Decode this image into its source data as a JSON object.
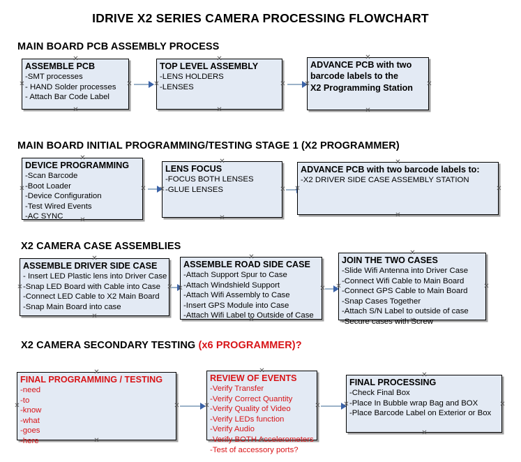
{
  "document": {
    "title": "IDRIVE X2  SERIES CAMERA PROCESSING FLOWCHART"
  },
  "colors": {
    "box_fill": "#e3eaf4",
    "box_border": "#000000",
    "arrow_line": "#9bb2c8",
    "arrow_head": "#3b63a8",
    "accent_red": "#d81417",
    "text": "#000000",
    "background": "#ffffff"
  },
  "sections": [
    {
      "id": "main-board-pcb-assembly",
      "heading": "MAIN BOARD PCB ASSEMBLY PROCESS",
      "heading_accent": "",
      "boxes": [
        {
          "id": "assemble-pcb",
          "title": "ASSEMBLE PCB",
          "lines": [
            "-SMT processes",
            "- HAND Solder processes",
            "- Attach Bar Code Label"
          ],
          "style": "normal"
        },
        {
          "id": "top-level-assembly",
          "title": "TOP LEVEL ASSEMBLY",
          "lines": [
            "-LENS HOLDERS",
            "-LENSES"
          ],
          "style": "normal"
        },
        {
          "id": "advance-pcb-to-x2-programming-station",
          "title": "ADVANCE PCB with two",
          "lines": [
            "barcode labels to the",
            " X2 Programming Station"
          ],
          "style": "bold-body"
        }
      ]
    },
    {
      "id": "main-board-initial-programming",
      "heading": "MAIN BOARD INITIAL PROGRAMMING/TESTING STAGE 1 (X2 PROGRAMMER)",
      "heading_accent": "",
      "boxes": [
        {
          "id": "device-programming",
          "title": "DEVICE PROGRAMMING",
          "lines": [
            "-Scan Barcode",
            "-Boot Loader",
            "-Device Configuration",
            "-Test Wired Events",
            "-AC SYNC"
          ],
          "style": "normal"
        },
        {
          "id": "lens-focus",
          "title": "LENS FOCUS",
          "lines": [
            "-FOCUS BOTH LENSES",
            "-GLUE LENSES"
          ],
          "style": "normal"
        },
        {
          "id": "advance-pcb-to-driver-side-case-station",
          "title": "ADVANCE PCB with two barcode labels to:",
          "lines": [
            "-X2 DRIVER  SIDE  CASE  ASSEMBLY STATION"
          ],
          "style": "normal"
        }
      ]
    },
    {
      "id": "x2-camera-case-assemblies",
      "heading": "X2 CAMERA CASE ASSEMBLIES",
      "heading_accent": "",
      "boxes": [
        {
          "id": "assemble-driver-side-case",
          "title": "ASSEMBLE DRIVER SIDE CASE",
          "lines": [
            "- Insert LED Plastic lens into Driver Case",
            "-Snap LED Board with Cable into Case",
            "-Connect LED Cable to X2 Main Board",
            "-Snap Main Board into case"
          ],
          "style": "normal"
        },
        {
          "id": "assemble-road-side-case",
          "title": "ASSEMBLE ROAD SIDE CASE",
          "lines": [
            "-Attach Support Spur to Case",
            "-Attach Windshield Support",
            "-Attach Wifi Assembly to Case",
            "-Insert GPS Module into Case",
            "-Attach Wifi Label to Outside of Case"
          ],
          "style": "normal"
        },
        {
          "id": "join-the-two-cases",
          "title": "JOIN THE TWO CASES",
          "lines": [
            "-Slide Wifi Antenna into Driver Case",
            "-Connect Wifi Cable to Main Board",
            "-Connect GPS Cable to Main Board",
            "-Snap Cases Together",
            "-Attach S/N Label to outside of case",
            "-Secure cases with Screw"
          ],
          "style": "normal"
        }
      ]
    },
    {
      "id": "x2-camera-secondary-testing",
      "heading": "X2 CAMERA SECONDARY TESTING ",
      "heading_accent": "(x6 PROGRAMMER)?",
      "boxes": [
        {
          "id": "final-programming-testing",
          "title": "FINAL PROGRAMMING / TESTING",
          "lines": [
            "-need",
            "-to",
            "-know",
            "-what",
            "-goes",
            "-here"
          ],
          "style": "red"
        },
        {
          "id": "review-of-events",
          "title": "REVIEW OF EVENTS",
          "lines": [
            "-Verify Transfer",
            "-Verify Correct Quantity",
            "-Verify Quality of Video",
            "-Verify LEDs function",
            "-Verify Audio",
            "-Verify BOTH Accelerometers",
            "-Test of accessory ports?"
          ],
          "style": "red"
        },
        {
          "id": "final-processing",
          "title": "FINAL PROCESSING",
          "lines": [
            " -Check Final Box",
            "-Place In Bubble wrap Bag and BOX",
            "-Place Barcode Label on Exterior or Box"
          ],
          "style": "normal"
        }
      ]
    }
  ],
  "connectors": [
    {
      "id": "arrow-assemble-pcb-to-top-level",
      "from": "assemble-pcb",
      "to": "top-level-assembly"
    },
    {
      "id": "arrow-top-level-to-advance-pcb",
      "from": "top-level-assembly",
      "to": "advance-pcb-to-x2-programming-station"
    },
    {
      "id": "arrow-device-programming-to-lens-focus",
      "from": "device-programming",
      "to": "lens-focus"
    },
    {
      "id": "arrow-lens-focus-to-advance-pcb",
      "from": "lens-focus",
      "to": "advance-pcb-to-driver-side-case-station"
    },
    {
      "id": "arrow-driver-case-to-road-case",
      "from": "assemble-driver-side-case",
      "to": "assemble-road-side-case"
    },
    {
      "id": "arrow-road-case-to-join-cases",
      "from": "assemble-road-side-case",
      "to": "join-the-two-cases"
    },
    {
      "id": "arrow-final-programming-to-review",
      "from": "final-programming-testing",
      "to": "review-of-events"
    },
    {
      "id": "arrow-review-to-final-processing",
      "from": "review-of-events",
      "to": "final-processing"
    }
  ]
}
